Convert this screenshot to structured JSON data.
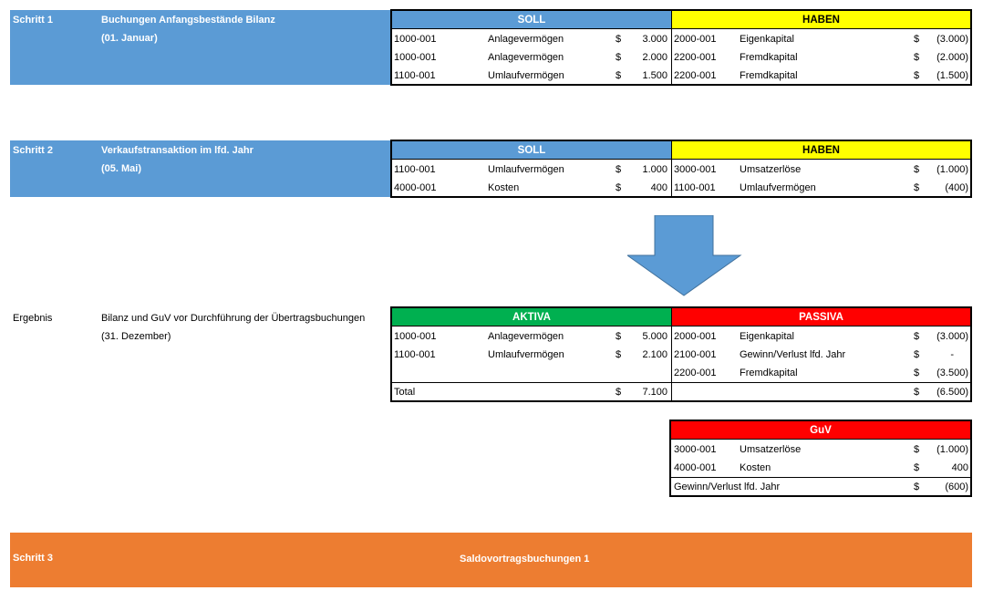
{
  "colors": {
    "blue": "#5b9bd5",
    "yellow": "#ffff00",
    "green": "#00b050",
    "red": "#ff0000",
    "orange": "#ed7d31"
  },
  "step1": {
    "label": "Schritt 1",
    "title": "Buchungen Anfangsbestände Bilanz",
    "date": "(01. Januar)",
    "soll_header": "SOLL",
    "haben_header": "HABEN",
    "soll_rows": [
      {
        "acct": "1000-001",
        "name": "Anlagevermögen",
        "cur": "$",
        "amt": "3.000"
      },
      {
        "acct": "1000-001",
        "name": "Anlagevermögen",
        "cur": "$",
        "amt": "2.000"
      },
      {
        "acct": "1100-001",
        "name": "Umlaufvermögen",
        "cur": "$",
        "amt": "1.500"
      }
    ],
    "haben_rows": [
      {
        "acct": "2000-001",
        "name": "Eigenkapital",
        "cur": "$",
        "amt": "(3.000)"
      },
      {
        "acct": "2200-001",
        "name": "Fremdkapital",
        "cur": "$",
        "amt": "(2.000)"
      },
      {
        "acct": "2200-001",
        "name": "Fremdkapital",
        "cur": "$",
        "amt": "(1.500)"
      }
    ]
  },
  "step2": {
    "label": "Schritt 2",
    "title": "Verkaufstransaktion im lfd. Jahr",
    "date": "(05. Mai)",
    "soll_header": "SOLL",
    "haben_header": "HABEN",
    "soll_rows": [
      {
        "acct": "1100-001",
        "name": "Umlaufvermögen",
        "cur": "$",
        "amt": "1.000"
      },
      {
        "acct": "4000-001",
        "name": "Kosten",
        "cur": "$",
        "amt": "400"
      }
    ],
    "haben_rows": [
      {
        "acct": "3000-001",
        "name": "Umsatzerlöse",
        "cur": "$",
        "amt": "(1.000)"
      },
      {
        "acct": "1100-001",
        "name": "Umlaufvermögen",
        "cur": "$",
        "amt": "(400)"
      }
    ]
  },
  "result": {
    "label": "Ergebnis",
    "title": "Bilanz und GuV vor Durchführung der Übertragsbuchungen",
    "date": "(31. Dezember)",
    "aktiva_header": "AKTIVA",
    "passiva_header": "PASSIVA",
    "aktiva_rows": [
      {
        "acct": "1000-001",
        "name": "Anlagevermögen",
        "cur": "$",
        "amt": "5.000"
      },
      {
        "acct": "1100-001",
        "name": "Umlaufvermögen",
        "cur": "$",
        "amt": "2.100"
      }
    ],
    "passiva_rows": [
      {
        "acct": "2000-001",
        "name": "Eigenkapital",
        "cur": "$",
        "amt": "(3.000)"
      },
      {
        "acct": "2100-001",
        "name": "Gewinn/Verlust lfd. Jahr",
        "cur": "$",
        "amt": "-"
      },
      {
        "acct": "2200-001",
        "name": "Fremdkapital",
        "cur": "$",
        "amt": "(3.500)"
      }
    ],
    "aktiva_total": {
      "label": "Total",
      "cur": "$",
      "amt": "7.100"
    },
    "passiva_total": {
      "cur": "$",
      "amt": "(6.500)"
    },
    "guv_header": "GuV",
    "guv_rows": [
      {
        "acct": "3000-001",
        "name": "Umsatzerlöse",
        "cur": "$",
        "amt": "(1.000)"
      },
      {
        "acct": "4000-001",
        "name": "Kosten",
        "cur": "$",
        "amt": "400"
      }
    ],
    "guv_total": {
      "label": "Gewinn/Verlust lfd. Jahr",
      "cur": "$",
      "amt": "(600)"
    }
  },
  "step3": {
    "label": "Schritt 3",
    "title": "Saldovortragsbuchungen 1"
  }
}
